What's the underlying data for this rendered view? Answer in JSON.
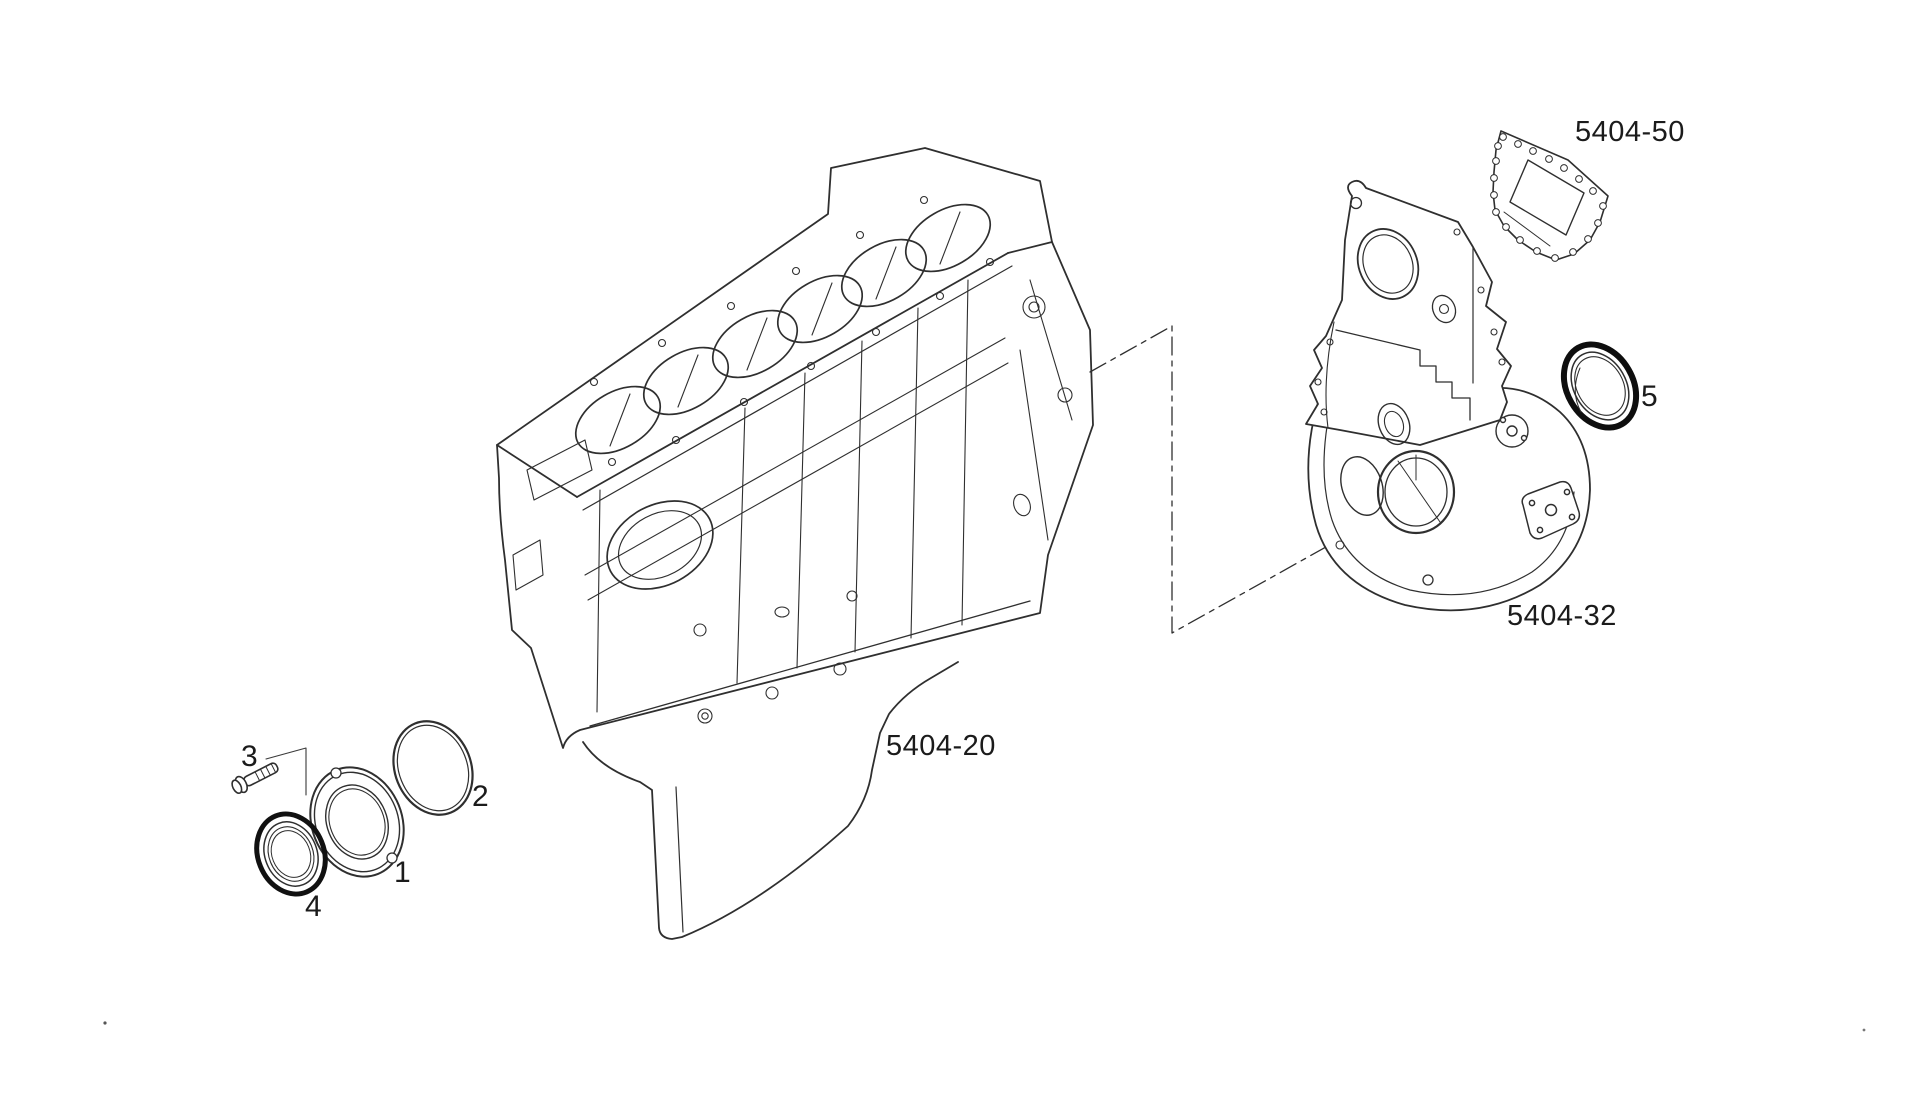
{
  "page": {
    "background": "#ffffff",
    "line_color": "#2f2f2f",
    "label_color": "#1b1b1b",
    "description": "Exploded parts diagram: engine cylinder block with oil pan, front/rear oil seals, o-ring, bolt, flywheel timing housing and timing cover gasket"
  },
  "refs": {
    "gasket": "5404-50",
    "flywheel_housing": "5404-32",
    "engine_block": "5404-20"
  },
  "callouts": {
    "c1": "1",
    "c2": "2",
    "c3": "3",
    "c4": "4",
    "c5": "5"
  }
}
